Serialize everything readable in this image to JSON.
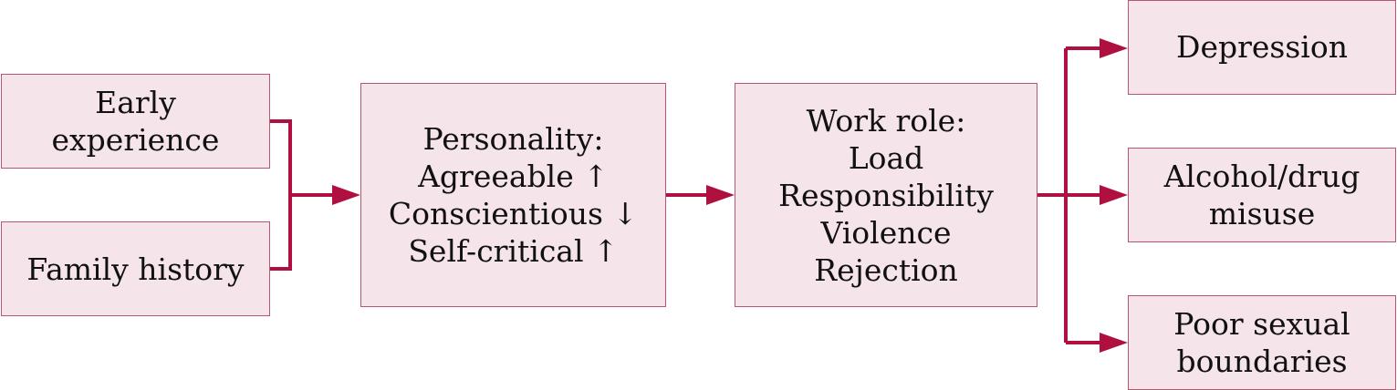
{
  "colors": {
    "box_fill": "#f5e4ea",
    "box_border": "#b8566f",
    "connector": "#b0103f",
    "text": "#111111"
  },
  "nodes": {
    "early_experience": {
      "lines": [
        "Early",
        "experience"
      ]
    },
    "family_history": {
      "lines": [
        "Family history"
      ]
    },
    "personality": {
      "lines": [
        "Personality:",
        "Agreeable ↑",
        "Conscientious ↓",
        "Self-critical ↑"
      ]
    },
    "work_role": {
      "lines": [
        "Work role:",
        "Load",
        "Responsibility",
        "Violence",
        "Rejection"
      ]
    },
    "depression": {
      "lines": [
        "Depression"
      ]
    },
    "alcohol_drug": {
      "lines": [
        "Alcohol/drug",
        "misuse"
      ]
    },
    "poor_boundaries": {
      "lines": [
        "Poor sexual",
        "boundaries"
      ]
    }
  },
  "edges": [
    {
      "from": "early_experience",
      "to": "personality"
    },
    {
      "from": "family_history",
      "to": "personality"
    },
    {
      "from": "personality",
      "to": "work_role"
    },
    {
      "from": "work_role",
      "to": "depression"
    },
    {
      "from": "work_role",
      "to": "alcohol_drug"
    },
    {
      "from": "work_role",
      "to": "poor_boundaries"
    }
  ]
}
